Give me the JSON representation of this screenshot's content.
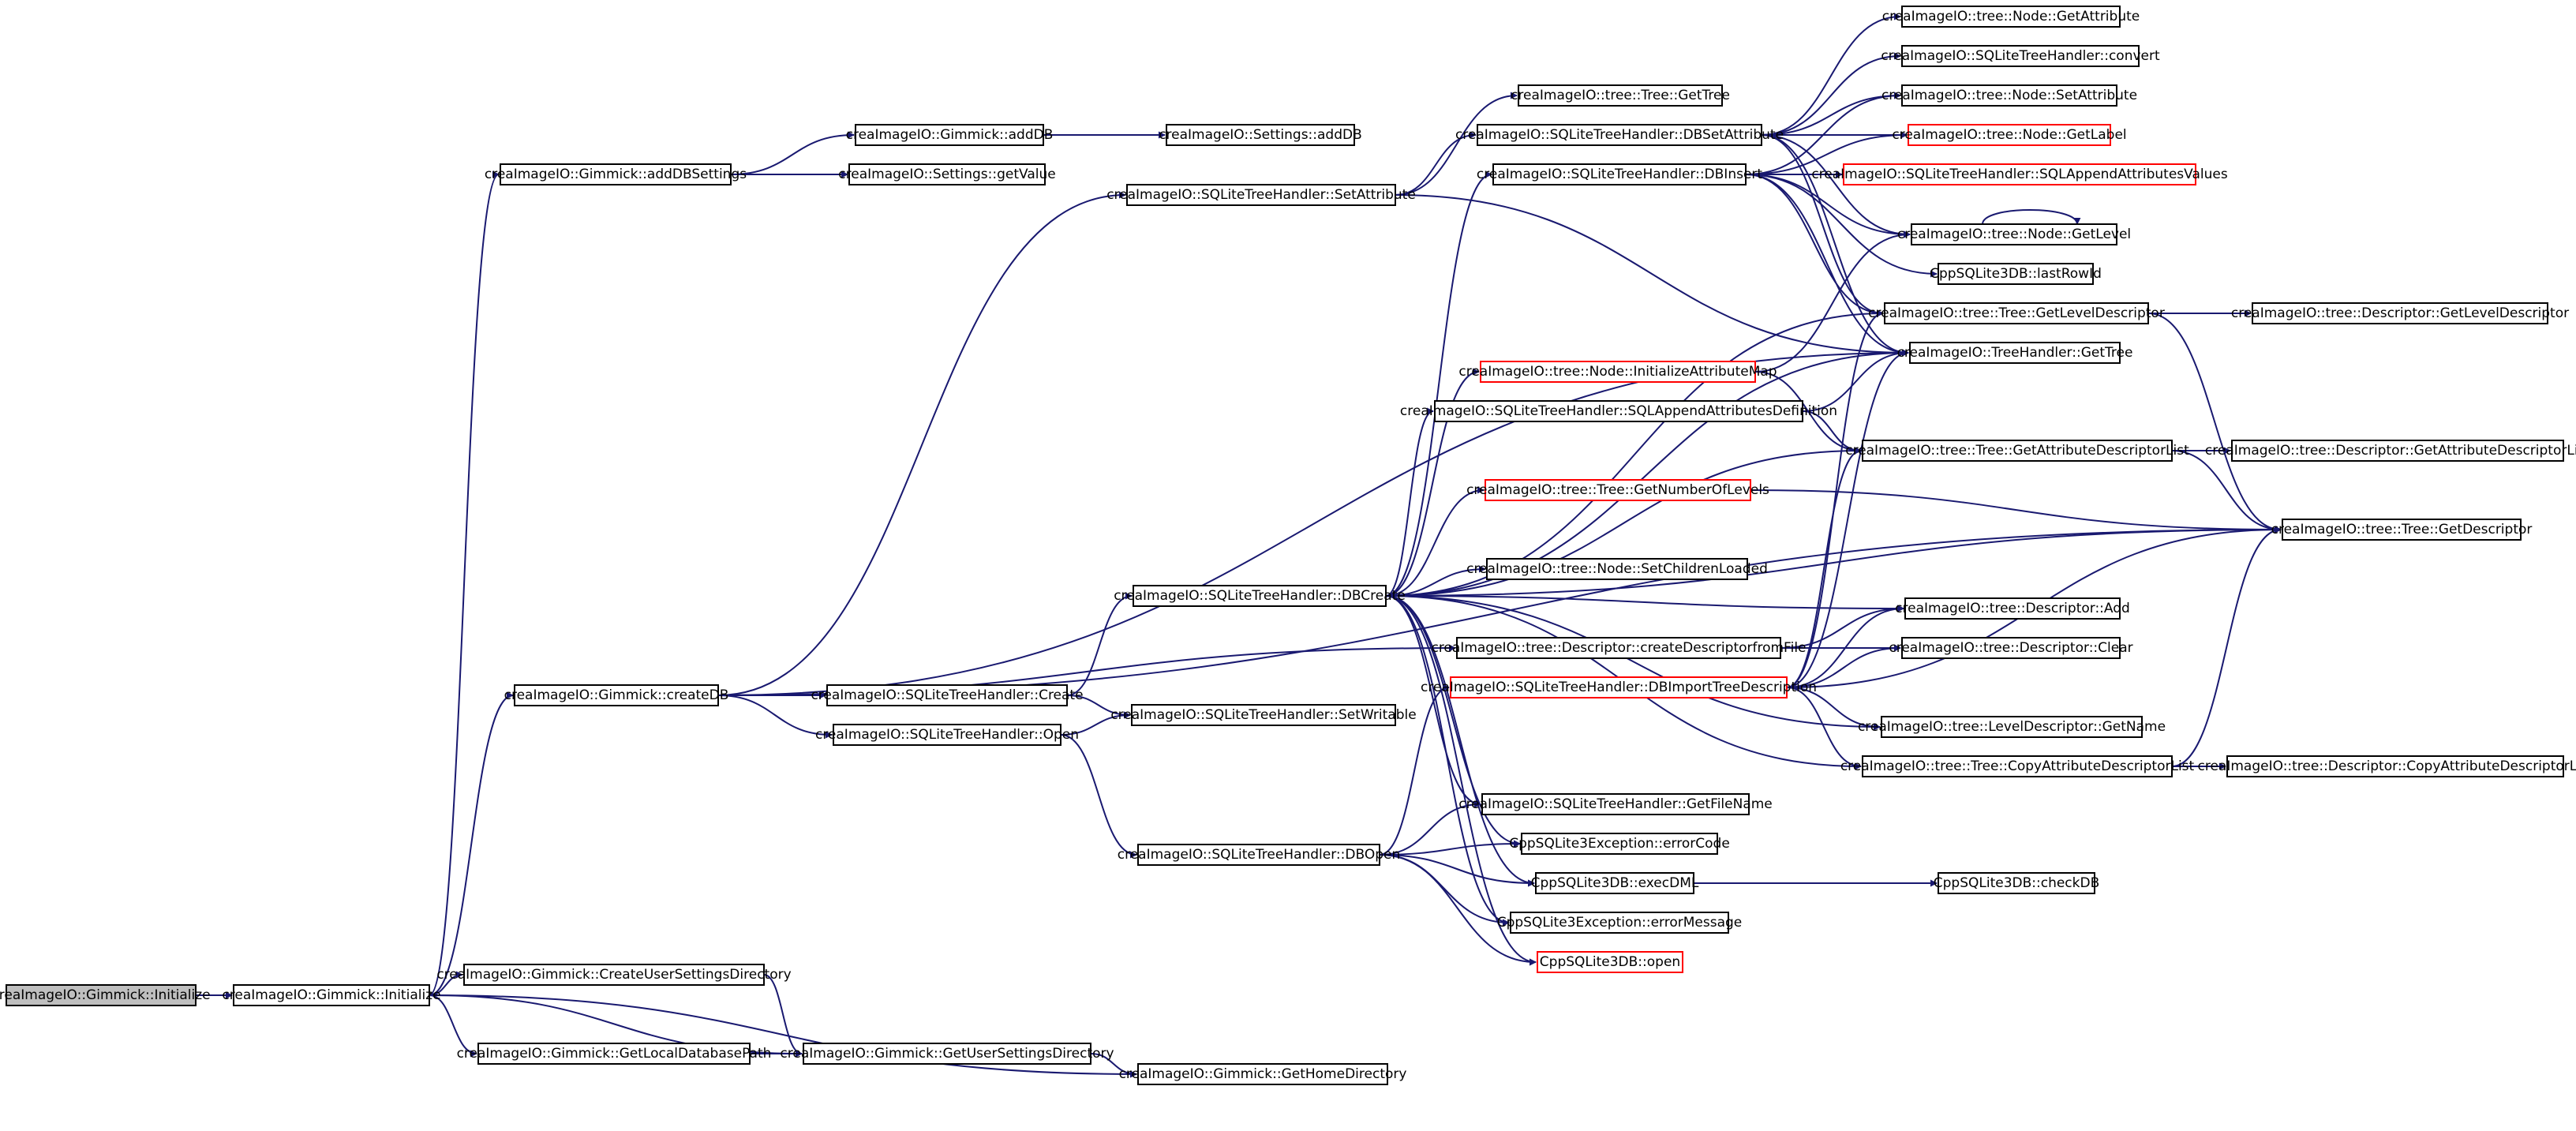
{
  "diagram": {
    "kind": "doxygen call graph",
    "colors": {
      "edge": "#191970",
      "node_border": "#000000",
      "undocumented_border": "#ff0000",
      "root_fill": "#bfbfbf"
    },
    "nodes": [
      {
        "id": "n-root",
        "label": "creaImageIO::Gimmick::Initialize",
        "style": "root"
      },
      {
        "id": "n-init",
        "label": "creaImageIO::Gimmick::Initialize"
      },
      {
        "id": "n-adddbs",
        "label": "creaImageIO::Gimmick::addDBSettings"
      },
      {
        "id": "n-adddb",
        "label": "creaImageIO::Gimmick::addDB"
      },
      {
        "id": "n-getvalue",
        "label": "creaImageIO::Settings::getValue"
      },
      {
        "id": "n-setadddb",
        "label": "creaImageIO::Settings::addDB"
      },
      {
        "id": "n-createdb",
        "label": "creaImageIO::Gimmick::createDB"
      },
      {
        "id": "n-create",
        "label": "creaImageIO::SQLiteTreeHandler::Create"
      },
      {
        "id": "n-open",
        "label": "creaImageIO::SQLiteTreeHandler::Open"
      },
      {
        "id": "n-setwritable",
        "label": "creaImageIO::SQLiteTreeHandler::SetWritable"
      },
      {
        "id": "n-setattr",
        "label": "creaImageIO::SQLiteTreeHandler::SetAttribute"
      },
      {
        "id": "n-dbcreate",
        "label": "creaImageIO::SQLiteTreeHandler::DBCreate"
      },
      {
        "id": "n-dbopen",
        "label": "creaImageIO::SQLiteTreeHandler::DBOpen"
      },
      {
        "id": "n-createus",
        "label": "creaImageIO::Gimmick::CreateUserSettingsDirectory"
      },
      {
        "id": "n-getlocaldb",
        "label": "creaImageIO::Gimmick::GetLocalDatabasePath"
      },
      {
        "id": "n-getus",
        "label": "creaImageIO::Gimmick::GetUserSettingsDirectory"
      },
      {
        "id": "n-gethome",
        "label": "creaImageIO::Gimmick::GetHomeDirectory"
      },
      {
        "id": "n-treegettree",
        "label": "creaImageIO::tree::Tree::GetTree"
      },
      {
        "id": "n-dbsetattr",
        "label": "creaImageIO::SQLiteTreeHandler::DBSetAttribute"
      },
      {
        "id": "n-dbinsert",
        "label": "creaImageIO::SQLiteTreeHandler::DBInsert"
      },
      {
        "id": "n-initattrmap",
        "label": "creaImageIO::tree::Node::InitializeAttributeMap",
        "style": "red"
      },
      {
        "id": "n-sqlappdef",
        "label": "creaImageIO::SQLiteTreeHandler::SQLAppendAttributesDefinition"
      },
      {
        "id": "n-getnumlevels",
        "label": "creaImageIO::tree::Tree::GetNumberOfLevels",
        "style": "red"
      },
      {
        "id": "n-setchildren",
        "label": "creaImageIO::tree::Node::SetChildrenLoaded"
      },
      {
        "id": "n-createdesc",
        "label": "creaImageIO::tree::Descriptor::createDescriptorfromFile"
      },
      {
        "id": "n-dbimport",
        "label": "creaImageIO::SQLiteTreeHandler::DBImportTreeDescription",
        "style": "red"
      },
      {
        "id": "n-getfilename",
        "label": "creaImageIO::SQLiteTreeHandler::GetFileName"
      },
      {
        "id": "n-errcode",
        "label": "CppSQLite3Exception::errorCode"
      },
      {
        "id": "n-execdml",
        "label": "CppSQLite3DB::execDML"
      },
      {
        "id": "n-errmsg",
        "label": "CppSQLite3Exception::errorMessage"
      },
      {
        "id": "n-sqlopen",
        "label": "CppSQLite3DB::open",
        "style": "red"
      },
      {
        "id": "n-checkdb",
        "label": "CppSQLite3DB::checkDB"
      },
      {
        "id": "n-nodegetattr",
        "label": "creaImageIO::tree::Node::GetAttribute"
      },
      {
        "id": "n-convert",
        "label": "creaImageIO::SQLiteTreeHandler::convert"
      },
      {
        "id": "n-nodesetattr",
        "label": "creaImageIO::tree::Node::SetAttribute"
      },
      {
        "id": "n-getlabel",
        "label": "creaImageIO::tree::Node::GetLabel",
        "style": "red"
      },
      {
        "id": "n-sqlappvalues",
        "label": "creaImageIO::SQLiteTreeHandler::SQLAppendAttributesValues",
        "style": "red"
      },
      {
        "id": "n-getlevel",
        "label": "creaImageIO::tree::Node::GetLevel"
      },
      {
        "id": "n-lastrowid",
        "label": "CppSQLite3DB::lastRowId"
      },
      {
        "id": "n-getleveldesc",
        "label": "creaImageIO::tree::Tree::GetLevelDescriptor"
      },
      {
        "id": "n-thgettree",
        "label": "creaImageIO::TreeHandler::GetTree"
      },
      {
        "id": "n-getattrdesclist",
        "label": "creaImageIO::tree::Tree::GetAttributeDescriptorList"
      },
      {
        "id": "n-descadd",
        "label": "creaImageIO::tree::Descriptor::Add"
      },
      {
        "id": "n-descclear",
        "label": "creaImageIO::tree::Descriptor::Clear"
      },
      {
        "id": "n-lvldescgetname",
        "label": "creaImageIO::tree::LevelDescriptor::GetName"
      },
      {
        "id": "n-copyattrdesclist",
        "label": "creaImageIO::tree::Tree::CopyAttributeDescriptorList"
      },
      {
        "id": "n-descgetleveldesc",
        "label": "creaImageIO::tree::Descriptor::GetLevelDescriptor"
      },
      {
        "id": "n-descgetattrlist",
        "label": "creaImageIO::tree::Descriptor::GetAttributeDescriptorList"
      },
      {
        "id": "n-getdescriptor",
        "label": "creaImageIO::tree::Tree::GetDescriptor"
      },
      {
        "id": "n-desccopyattrlist",
        "label": "creaImageIO::tree::Descriptor::CopyAttributeDescriptorList"
      }
    ]
  }
}
